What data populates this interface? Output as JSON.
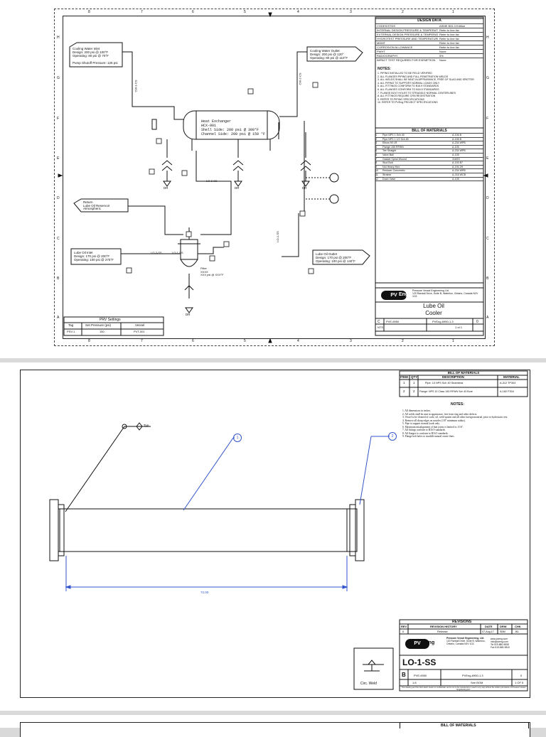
{
  "sheet1": {
    "zone_numbers_top": [
      "8",
      "7",
      "6",
      "5",
      "4",
      "3",
      "2",
      "1"
    ],
    "zone_letters": [
      "H",
      "G",
      "F",
      "E",
      "D",
      "C",
      "B",
      "A"
    ],
    "design_data": {
      "title": "DESIGN DATA",
      "rows": [
        [
          "CODES/STDS",
          "ASME B31.3 Edition"
        ],
        [
          "INTERNAL DESIGN PRESSURE & TEMPERATURE",
          "Refer to line list"
        ],
        [
          "EXTERNAL DESIGN PRESSURE & TEMPERATURE",
          "Refer to line list"
        ],
        [
          "HYDROTEST PRESSURE AND TEMPERATURE",
          "Refer to line list"
        ],
        [
          "MDMT",
          "Refer to line list"
        ],
        [
          "CORROSION ALLOWANCE",
          "Refer to line list"
        ],
        [
          "PWHT",
          "None"
        ],
        [
          "RADIOGRAPHY",
          "5%"
        ],
        [
          "IMPACT TEST REQUIRED FOR EXEMPTION",
          "None"
        ]
      ]
    },
    "notes": {
      "title": "NOTES:",
      "items": [
        "1. PIPING INSTALLED TO BE FIELD VERIFIED",
        "2. ALL FLANGES PIPING AND FULL PENETRATION WELDS",
        "3. ALL WELDS SHALL BE NEAT IN APPEARANCE, FREE OF SLAG AND SPATTER",
        "4. ALL PIPING TO SUPPORT NORMAL LOADS ONLY",
        "5. ALL FITTINGS CONFORM TO B16.9 STANDARDS",
        "6. ALL FLANGES CONFORM TO B16.5 STANDARDS",
        "7. FLANGE BOLT HOLES TO STRADDLE NORMAL CENTERLINES",
        "8. ALL FITTINGS REQUIRE CRN REGISTRATION",
        "9. REFER TO PIPING SPECIFICATIONS",
        "10. REFER TO PVEng PROJECT SPECIFICATIONS"
      ]
    },
    "bom": {
      "title": "BILL OF MATERIALS",
      "rows": [
        [
          "1",
          "Pipe NPS 1 Sch 40",
          "A-106 B"
        ],
        [
          "2",
          "Pipe NPS 1 1/2 Sch 80",
          "A-106 B"
        ],
        [
          "3",
          "Elbow 90 LR",
          "A-234 WPB"
        ],
        [
          "4",
          "Flange 150 RFWN",
          "A-105"
        ],
        [
          "5",
          "Tee Straight",
          "A-234 WPB"
        ],
        [
          "6",
          "Valve Ball",
          "A-105"
        ],
        [
          "7",
          "Gasket Spiral Wound",
          "316SS"
        ],
        [
          "8",
          "Stud Bolt",
          "A-193 B7"
        ],
        [
          "9",
          "Nut Heavy Hex",
          "A-194 2H"
        ],
        [
          "10",
          "Reducer Concentric",
          "A-234 WPB"
        ],
        [
          "11",
          "Strainer",
          "A-216 WCB"
        ],
        [
          "12",
          "Drain Valve",
          "A-105"
        ]
      ]
    },
    "callouts": {
      "cw_inlet": [
        "Cooling Water Inlet",
        "Design: 200 psi @ 100°F",
        "Operating: 80 psi @ 70°F",
        "Pump Shutoff Pressure: 125 psi"
      ],
      "cw_outlet": [
        "Cooling Water Outlet",
        "Design: 200 psi @ 120°",
        "Operating: 80 psi @ 110°F"
      ],
      "hx": [
        "Heat Exchanger",
        "HCX-001",
        "Shell Side: 200 psi @ 300°F",
        "Channel Side: 200 psi @ 150 °F"
      ],
      "return": [
        "Return",
        "Lube Oil Reservoir",
        "Atmospheric"
      ],
      "lo_inlet": [
        "Lube Oil Inlet",
        "Design: 170 psi @ 200°F",
        "Operating: 100 psi @ 275°F"
      ],
      "lo_outlet": [
        "Lube Oil Outlet",
        "Design: 170 psi @ 200°F",
        "Operating: 100 psi @ 140°F"
      ],
      "filter": [
        "Filter",
        "XXXX",
        "XXX psi @ XXX°F"
      ]
    },
    "line_labels": [
      "CW-1-CS",
      "CW-2-CS",
      "LO-2-SS",
      "LO-1-SS",
      "LO-3-SS",
      "LO-1-SS"
    ],
    "drains": [
      "DR",
      "DR",
      "DR",
      "DR"
    ],
    "prv": {
      "title": "PRV Settings",
      "headers": [
        "Tag",
        "Set Pressure (psi)",
        "Vessel"
      ],
      "row": [
        "PSV-1",
        "150",
        "PVT-001"
      ]
    },
    "company": {
      "logo": "PV",
      "logo_suffix": "Eng",
      "name": "Pressure Vessel Engineering Ltd.",
      "address": "120 Randall Drive, Suite B, Waterloo, Ontario, Canada N2V 1C6"
    },
    "title_block": {
      "title_line1": "Lube Oil",
      "title_line2": "Cooler",
      "size": "C",
      "dwg_no": "PVE-6950",
      "file": "PVEng-6950-1.3",
      "rev": "0",
      "scale": "NTS",
      "sheet": "1 of 1"
    }
  },
  "sheet2": {
    "bom": {
      "title": "BILL OF MATERIALS",
      "headers": [
        "ITEM",
        "QTY",
        "DESCRIPTION",
        "MATERIAL"
      ],
      "rows": [
        [
          "1",
          "1",
          "Pipe: 10 NPS Sch 40 Seamless",
          "A-312 TP304"
        ],
        [
          "2",
          "2",
          "Flange: NPS 10 Class 150 RFWN Sch 40 Bore",
          "A-182 F304"
        ]
      ]
    },
    "notes": {
      "title": "NOTES:",
      "items": [
        "1. All dimensions in inches.",
        "2. All welds shall be neat in appearance, free from slag and other defects.",
        "3. Vessel to be cleaned of scale, oil, weld spatter and all other foreign material, prior to hydrostatic test.",
        "4. Remove all sharp edges on nozzles (1/8\" minimum radius).",
        "5. Pipe to support normal loads only.",
        "6. Maximum misalignment of butt joints is limited to 1/16\".",
        "7. All fittings conform to B16.9 standards.",
        "8. All flanges to conform to B16.5 standards.",
        "9. Flange bolt holes to straddle natural centre lines."
      ]
    },
    "weld_symbol_label": "Typ",
    "bubbles": [
      "1",
      "2"
    ],
    "dimension": "72.00",
    "revisions": {
      "title": "REVISIONS",
      "headers": [
        "REV",
        "REVISION HISTORY",
        "DATE",
        "DRW",
        "CHK"
      ],
      "row": [
        "0",
        "Release",
        "07-Aug-17",
        "SBM",
        "JKL"
      ]
    },
    "company": {
      "logo": "PV",
      "logo_suffix": "Eng",
      "name": "Pressure Vessel Engineering, Ltd.",
      "address": "120 Randall Drive, Suite B, Waterloo, Ontario, Canada N2V 1C6",
      "web": "www.pveng.com",
      "email": "info@pveng.com",
      "tel": "Tel 519-880-9808",
      "fax": "Fax 519-880-9810"
    },
    "title_block": {
      "title": "LO-1-SS",
      "size": "B",
      "dwg_no": "PVE-6950",
      "file": "PVEng-6950-1.3",
      "rev": "0",
      "scale": "1:8",
      "weight": "See BOM",
      "sheet": "1 OF 5"
    },
    "legal": "This drawing and the information herein is confidential, and is not to be reproduced or used in any way without the written permission of Pressure Vessel Engineering Ltd.",
    "weld_legend": "Circ. Weld"
  },
  "sheet3": {
    "bom_title": "BILL OF MATERIALS"
  }
}
